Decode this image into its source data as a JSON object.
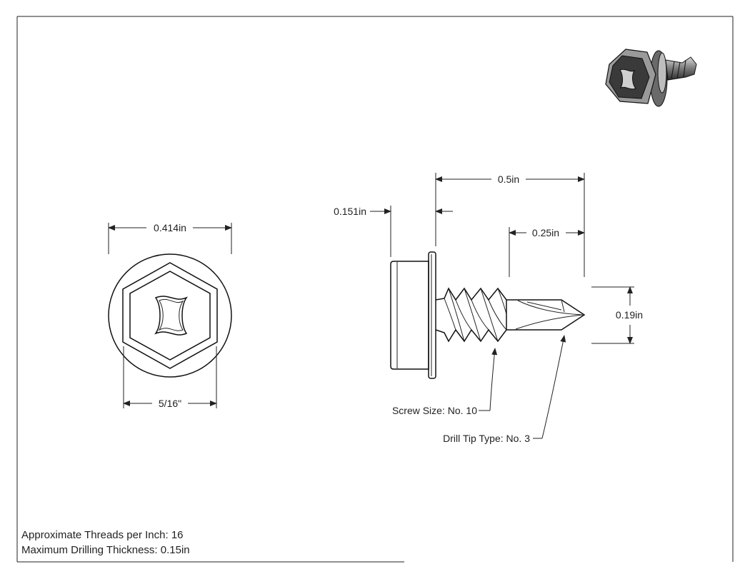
{
  "front_view": {
    "head_diameter": "0.414in",
    "hex_size": "5/16\""
  },
  "side_view": {
    "head_thickness": "0.151in",
    "overall_length": "0.5in",
    "drill_point_length": "0.25in",
    "drill_diameter": "0.19in"
  },
  "callouts": {
    "screw_size": "Screw Size: No. 10",
    "drill_tip": "Drill Tip Type: No. 3"
  },
  "notes": {
    "threads_per_inch": "Approximate Threads per Inch: 16",
    "max_drilling_thickness": "Maximum Drilling Thickness: 0.15in"
  },
  "colors": {
    "line": "#222222",
    "iso_dark": "#3a3a3a",
    "iso_mid": "#8a8a8a",
    "iso_light": "#c8c8c8"
  }
}
